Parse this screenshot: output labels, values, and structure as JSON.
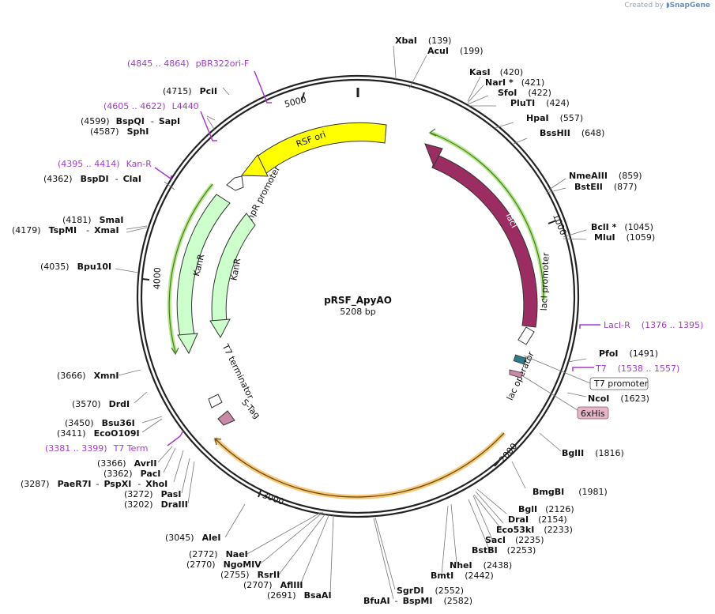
{
  "watermark": {
    "prefix": "Created by",
    "brand": "SnapGene"
  },
  "plasmid": {
    "name": "pRSF_ApyAO",
    "length": "5208 bp"
  },
  "colors": {
    "backbone": "#222222",
    "rsf_ori": "#ffff00",
    "lacI": "#9b2d63",
    "kanR": "#ccffcc",
    "primer": "#a43bd1",
    "highlight_green": "#b7e68a",
    "highlight_orange": "#f7c97a",
    "lac_operator": "#2f7b8b",
    "his_tag": "#e7b5c8",
    "s_tag": "#c98aa8"
  },
  "ticks": [
    "5000",
    "1000",
    "2000",
    "3000",
    "4000"
  ],
  "features": {
    "rsf_ori": "RSF ori",
    "ampr_promoter": "AmpR promoter",
    "kanr": "KanR",
    "kanr_inner": "KanR",
    "laci": "lacI",
    "laci_promoter": "lacI promoter",
    "lac_operator": "lac operator",
    "t7_terminator": "T7 terminator",
    "s_tag": "S-Tag",
    "t7_promoter": "T7 promoter",
    "his_tag": "6xHis"
  },
  "sites_right": [
    {
      "name": "XbaI",
      "pos": "(139)"
    },
    {
      "name": "AcuI",
      "pos": "(199)"
    },
    {
      "name": "KasI",
      "pos": "(420)"
    },
    {
      "name": "NarI *",
      "pos": "(421)"
    },
    {
      "name": "SfoI",
      "pos": "(422)"
    },
    {
      "name": "PluTI",
      "pos": "(424)"
    },
    {
      "name": "HpaI",
      "pos": "(557)"
    },
    {
      "name": "BssHII",
      "pos": "(648)"
    },
    {
      "name": "NmeAIII",
      "pos": "(859)"
    },
    {
      "name": "BstEII",
      "pos": "(877)"
    },
    {
      "name": "BclI *",
      "pos": "(1045)"
    },
    {
      "name": "MluI",
      "pos": "(1059)"
    },
    {
      "name": "PfoI",
      "pos": "(1491)"
    },
    {
      "name": "NcoI",
      "pos": "(1623)"
    },
    {
      "name": "BglII",
      "pos": "(1816)"
    },
    {
      "name": "BmgBI",
      "pos": "(1981)"
    },
    {
      "name": "BglI",
      "pos": "(2126)"
    },
    {
      "name": "DraI",
      "pos": "(2154)"
    },
    {
      "name": "Eco53kI",
      "pos": "(2233)"
    },
    {
      "name": "SacI",
      "pos": "(2235)"
    },
    {
      "name": "BstBI",
      "pos": "(2253)"
    },
    {
      "name": "NheI",
      "pos": "(2438)"
    },
    {
      "name": "BmtI",
      "pos": "(2442)"
    },
    {
      "name": "SgrDI",
      "pos": "(2552)"
    },
    {
      "name": "BfuAI",
      "pos": ""
    },
    {
      "name": "BspMI",
      "pos": "(2582)"
    }
  ],
  "sites_left": [
    {
      "name": "PciI",
      "pos": "(4715)"
    },
    {
      "name": "BspQI",
      "pos": "(4599)"
    },
    {
      "name": "SapI",
      "pos": ""
    },
    {
      "name": "SphI",
      "pos": "(4587)"
    },
    {
      "name": "BspDI",
      "pos": "(4362)"
    },
    {
      "name": "ClaI",
      "pos": ""
    },
    {
      "name": "SmaI",
      "pos": "(4181)"
    },
    {
      "name": "TspMI",
      "pos": "(4179)"
    },
    {
      "name": "XmaI",
      "pos": ""
    },
    {
      "name": "Bpu10I",
      "pos": "(4035)"
    },
    {
      "name": "XmnI",
      "pos": "(3666)"
    },
    {
      "name": "DrdI",
      "pos": "(3570)"
    },
    {
      "name": "Bsu36I",
      "pos": "(3450)"
    },
    {
      "name": "EcoO109I",
      "pos": "(3411)"
    },
    {
      "name": "AvrII",
      "pos": "(3366)"
    },
    {
      "name": "PacI",
      "pos": "(3362)"
    },
    {
      "name": "PaeR7I",
      "pos": "(3287)"
    },
    {
      "name": "PspXI",
      "pos": ""
    },
    {
      "name": "XhoI",
      "pos": ""
    },
    {
      "name": "PasI",
      "pos": "(3272)"
    },
    {
      "name": "DraIII",
      "pos": "(3202)"
    },
    {
      "name": "AleI",
      "pos": "(3045)"
    },
    {
      "name": "NaeI",
      "pos": "(2772)"
    },
    {
      "name": "NgoMIV",
      "pos": "(2770)"
    },
    {
      "name": "RsrII",
      "pos": "(2755)"
    },
    {
      "name": "AflIII",
      "pos": "(2707)"
    },
    {
      "name": "BsaAI",
      "pos": "(2691)"
    }
  ],
  "primers": [
    {
      "name": "pBR322ori-F",
      "range": "(4845 .. 4864)"
    },
    {
      "name": "L4440",
      "range": "(4605 .. 4622)"
    },
    {
      "name": "Kan-R",
      "range": "(4395 .. 4414)"
    },
    {
      "name": "LacI-R",
      "range": "(1376 .. 1395)"
    },
    {
      "name": "T7",
      "range": "(1538 .. 1557)"
    },
    {
      "name": "T7 Term",
      "range": "(3381 .. 3399)"
    }
  ]
}
